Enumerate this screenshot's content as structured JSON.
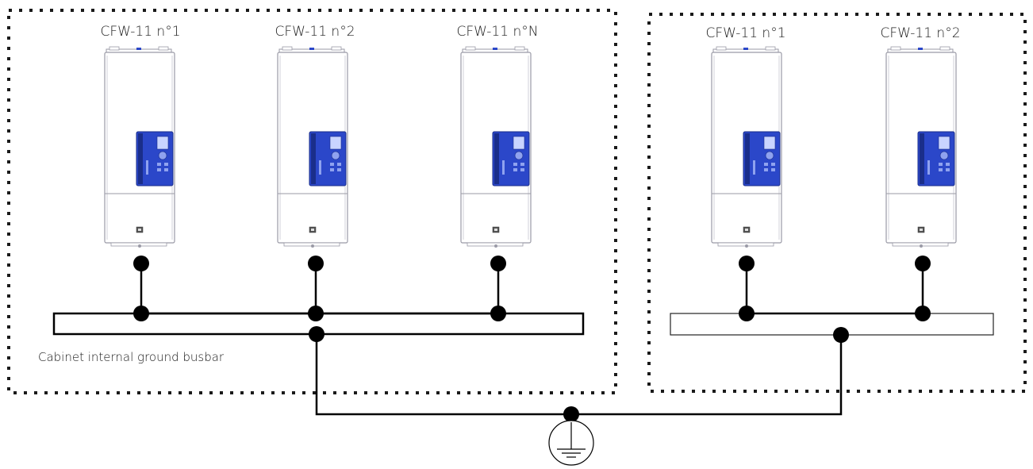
{
  "cabinets": [
    {
      "drives": [
        {
          "label": "CFW-11 n°1"
        },
        {
          "label": "CFW-11 n°2"
        },
        {
          "label": "CFW-11 n°N"
        }
      ],
      "busbar_label": "Cabinet internal ground busbar"
    },
    {
      "drives": [
        {
          "label": "CFW-11 n°1"
        },
        {
          "label": "CFW-11 n°2"
        }
      ],
      "busbar_label": ""
    }
  ],
  "colors": {
    "line": "#000000",
    "frame": "#1a1a1a",
    "drive_body": "#ffffff",
    "drive_outline": "#9a9aa6",
    "keypad": "#2b47c9",
    "keypad_dark": "#1a2e8a"
  },
  "icons": [
    "protective-earth-ground-icon"
  ]
}
